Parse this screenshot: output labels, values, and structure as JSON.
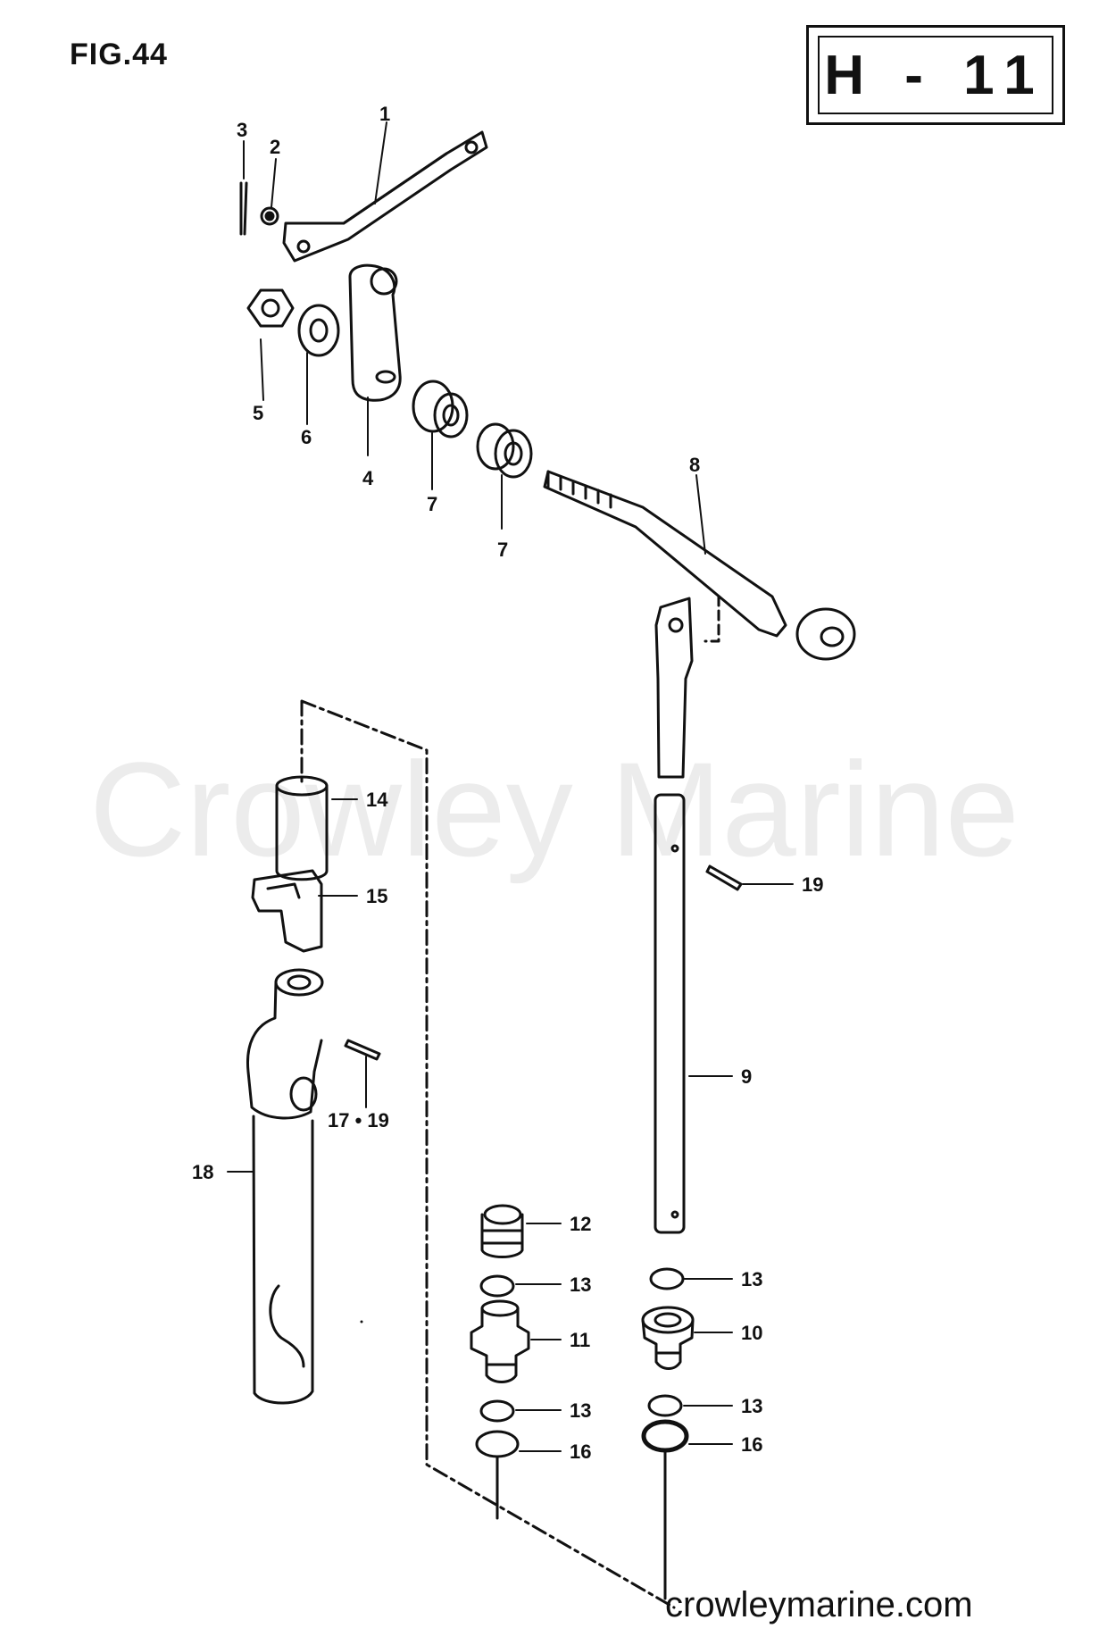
{
  "figure": {
    "title": "FIG.44"
  },
  "page_code": "H - 11",
  "watermark": "Crowley Marine",
  "site_url": "crowleymarine.com",
  "callouts": [
    {
      "id": "c1",
      "label": "1"
    },
    {
      "id": "c2",
      "label": "2"
    },
    {
      "id": "c3",
      "label": "3"
    },
    {
      "id": "c4",
      "label": "4"
    },
    {
      "id": "c5",
      "label": "5"
    },
    {
      "id": "c6",
      "label": "6"
    },
    {
      "id": "c7a",
      "label": "7"
    },
    {
      "id": "c7b",
      "label": "7"
    },
    {
      "id": "c8",
      "label": "8"
    },
    {
      "id": "c9",
      "label": "9"
    },
    {
      "id": "c10",
      "label": "10"
    },
    {
      "id": "c11",
      "label": "11"
    },
    {
      "id": "c12",
      "label": "12"
    },
    {
      "id": "c13a",
      "label": "13"
    },
    {
      "id": "c13b",
      "label": "13"
    },
    {
      "id": "c13c",
      "label": "13"
    },
    {
      "id": "c13d",
      "label": "13"
    },
    {
      "id": "c14",
      "label": "14"
    },
    {
      "id": "c15",
      "label": "15"
    },
    {
      "id": "c16a",
      "label": "16"
    },
    {
      "id": "c16b",
      "label": "16"
    },
    {
      "id": "c1719",
      "label": "17 • 19"
    },
    {
      "id": "c18",
      "label": "18"
    },
    {
      "id": "c19",
      "label": "19"
    }
  ]
}
